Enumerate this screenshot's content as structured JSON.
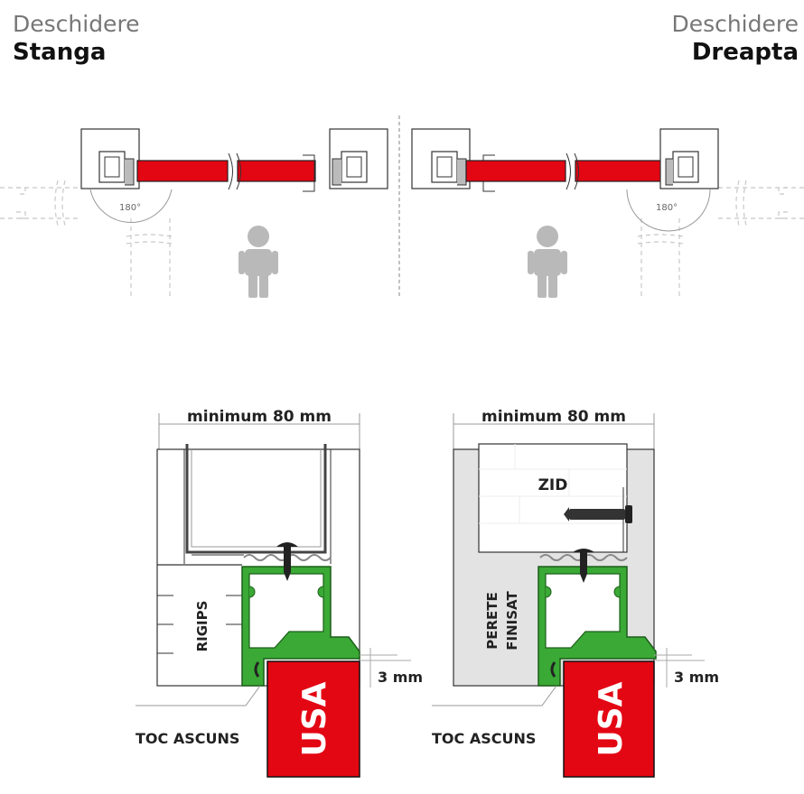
{
  "headers": {
    "left": {
      "line1": "Deschidere",
      "line2": "Stanga"
    },
    "right": {
      "line1": "Deschidere",
      "line2": "Dreapta"
    }
  },
  "plan": {
    "angle_left": "180°",
    "angle_right": "180°"
  },
  "sections": {
    "left": {
      "width_label": "minimum 80 mm",
      "wall_label": "RIGIPS",
      "gap_label": "3 mm",
      "frame_label": "TOC ASCUNS",
      "door_label": "USA"
    },
    "right": {
      "width_label": "minimum 80 mm",
      "wall_label": "ZID",
      "finish_line1": "PERETE",
      "finish_line2": "FINISAT",
      "gap_label": "3 mm",
      "frame_label": "TOC ASCUNS",
      "door_label": "USA"
    }
  },
  "colors": {
    "door_red": "#e30613",
    "frame_green": "#3aa935",
    "wall_gray": "#e3e3e3",
    "line_dark": "#222222"
  }
}
